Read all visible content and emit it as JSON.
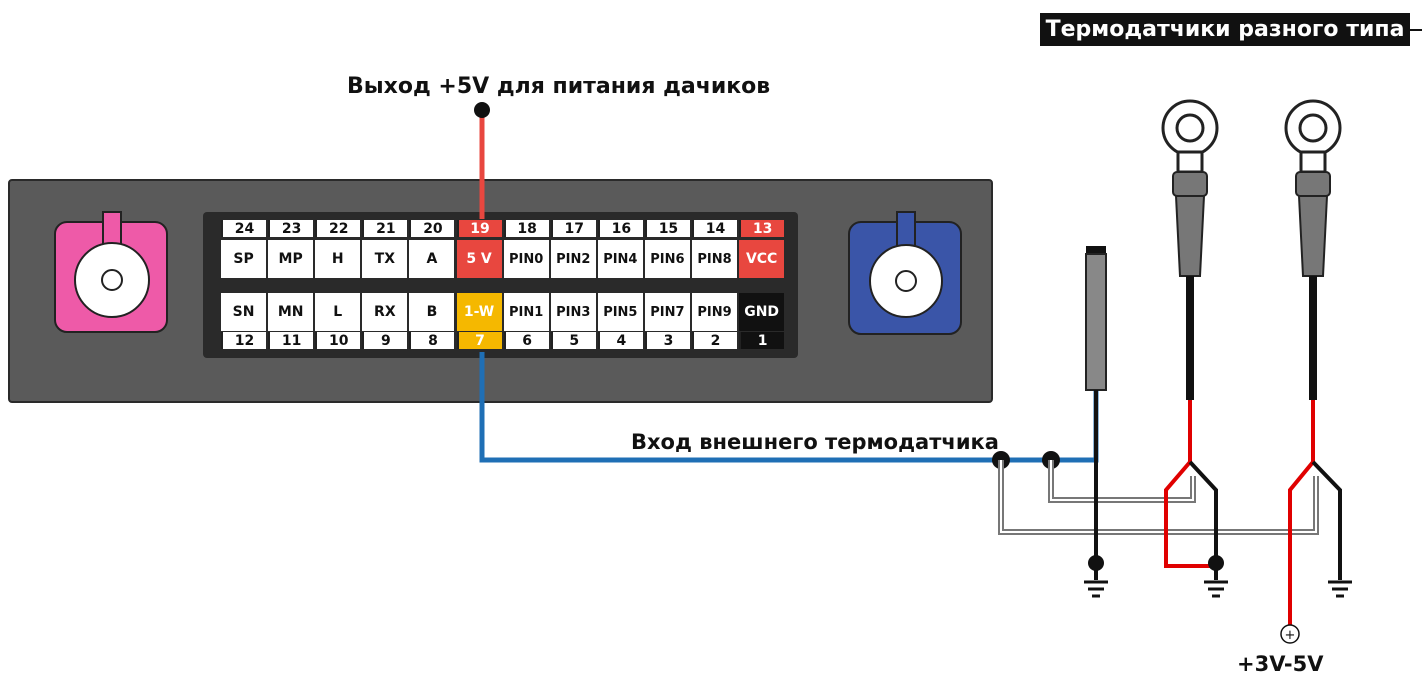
{
  "title_badge": "Термодатчики разного типа",
  "labels": {
    "power_out": "Выход +5V для питания дачиков",
    "sensor_in": "Вход внешнего термодатчика",
    "supply": "+3V-5V",
    "plus_symbol": "+"
  },
  "connector": {
    "top_numbers": [
      "24",
      "23",
      "22",
      "21",
      "20",
      "19",
      "18",
      "17",
      "16",
      "15",
      "14",
      "13"
    ],
    "top_names": [
      "SP",
      "MP",
      "H",
      "TX",
      "A",
      "5 V",
      "PIN0",
      "PIN2",
      "PIN4",
      "PIN6",
      "PIN8",
      "VCC"
    ],
    "bottom_names": [
      "SN",
      "MN",
      "L",
      "RX",
      "B",
      "1-W",
      "PIN1",
      "PIN3",
      "PIN5",
      "PIN7",
      "PIN9",
      "GND"
    ],
    "bottom_numbers": [
      "12",
      "11",
      "10",
      "9",
      "8",
      "7",
      "6",
      "5",
      "4",
      "3",
      "2",
      "1"
    ]
  },
  "colors": {
    "power_red": "#e8473f",
    "onewire_yellow": "#f5b800",
    "wire_blue": "#1f6fb5",
    "gnd_black": "#111111",
    "panel_gray": "#5a5a5a",
    "pink_port": "#ee5aa8",
    "blue_port": "#3a55a8"
  }
}
